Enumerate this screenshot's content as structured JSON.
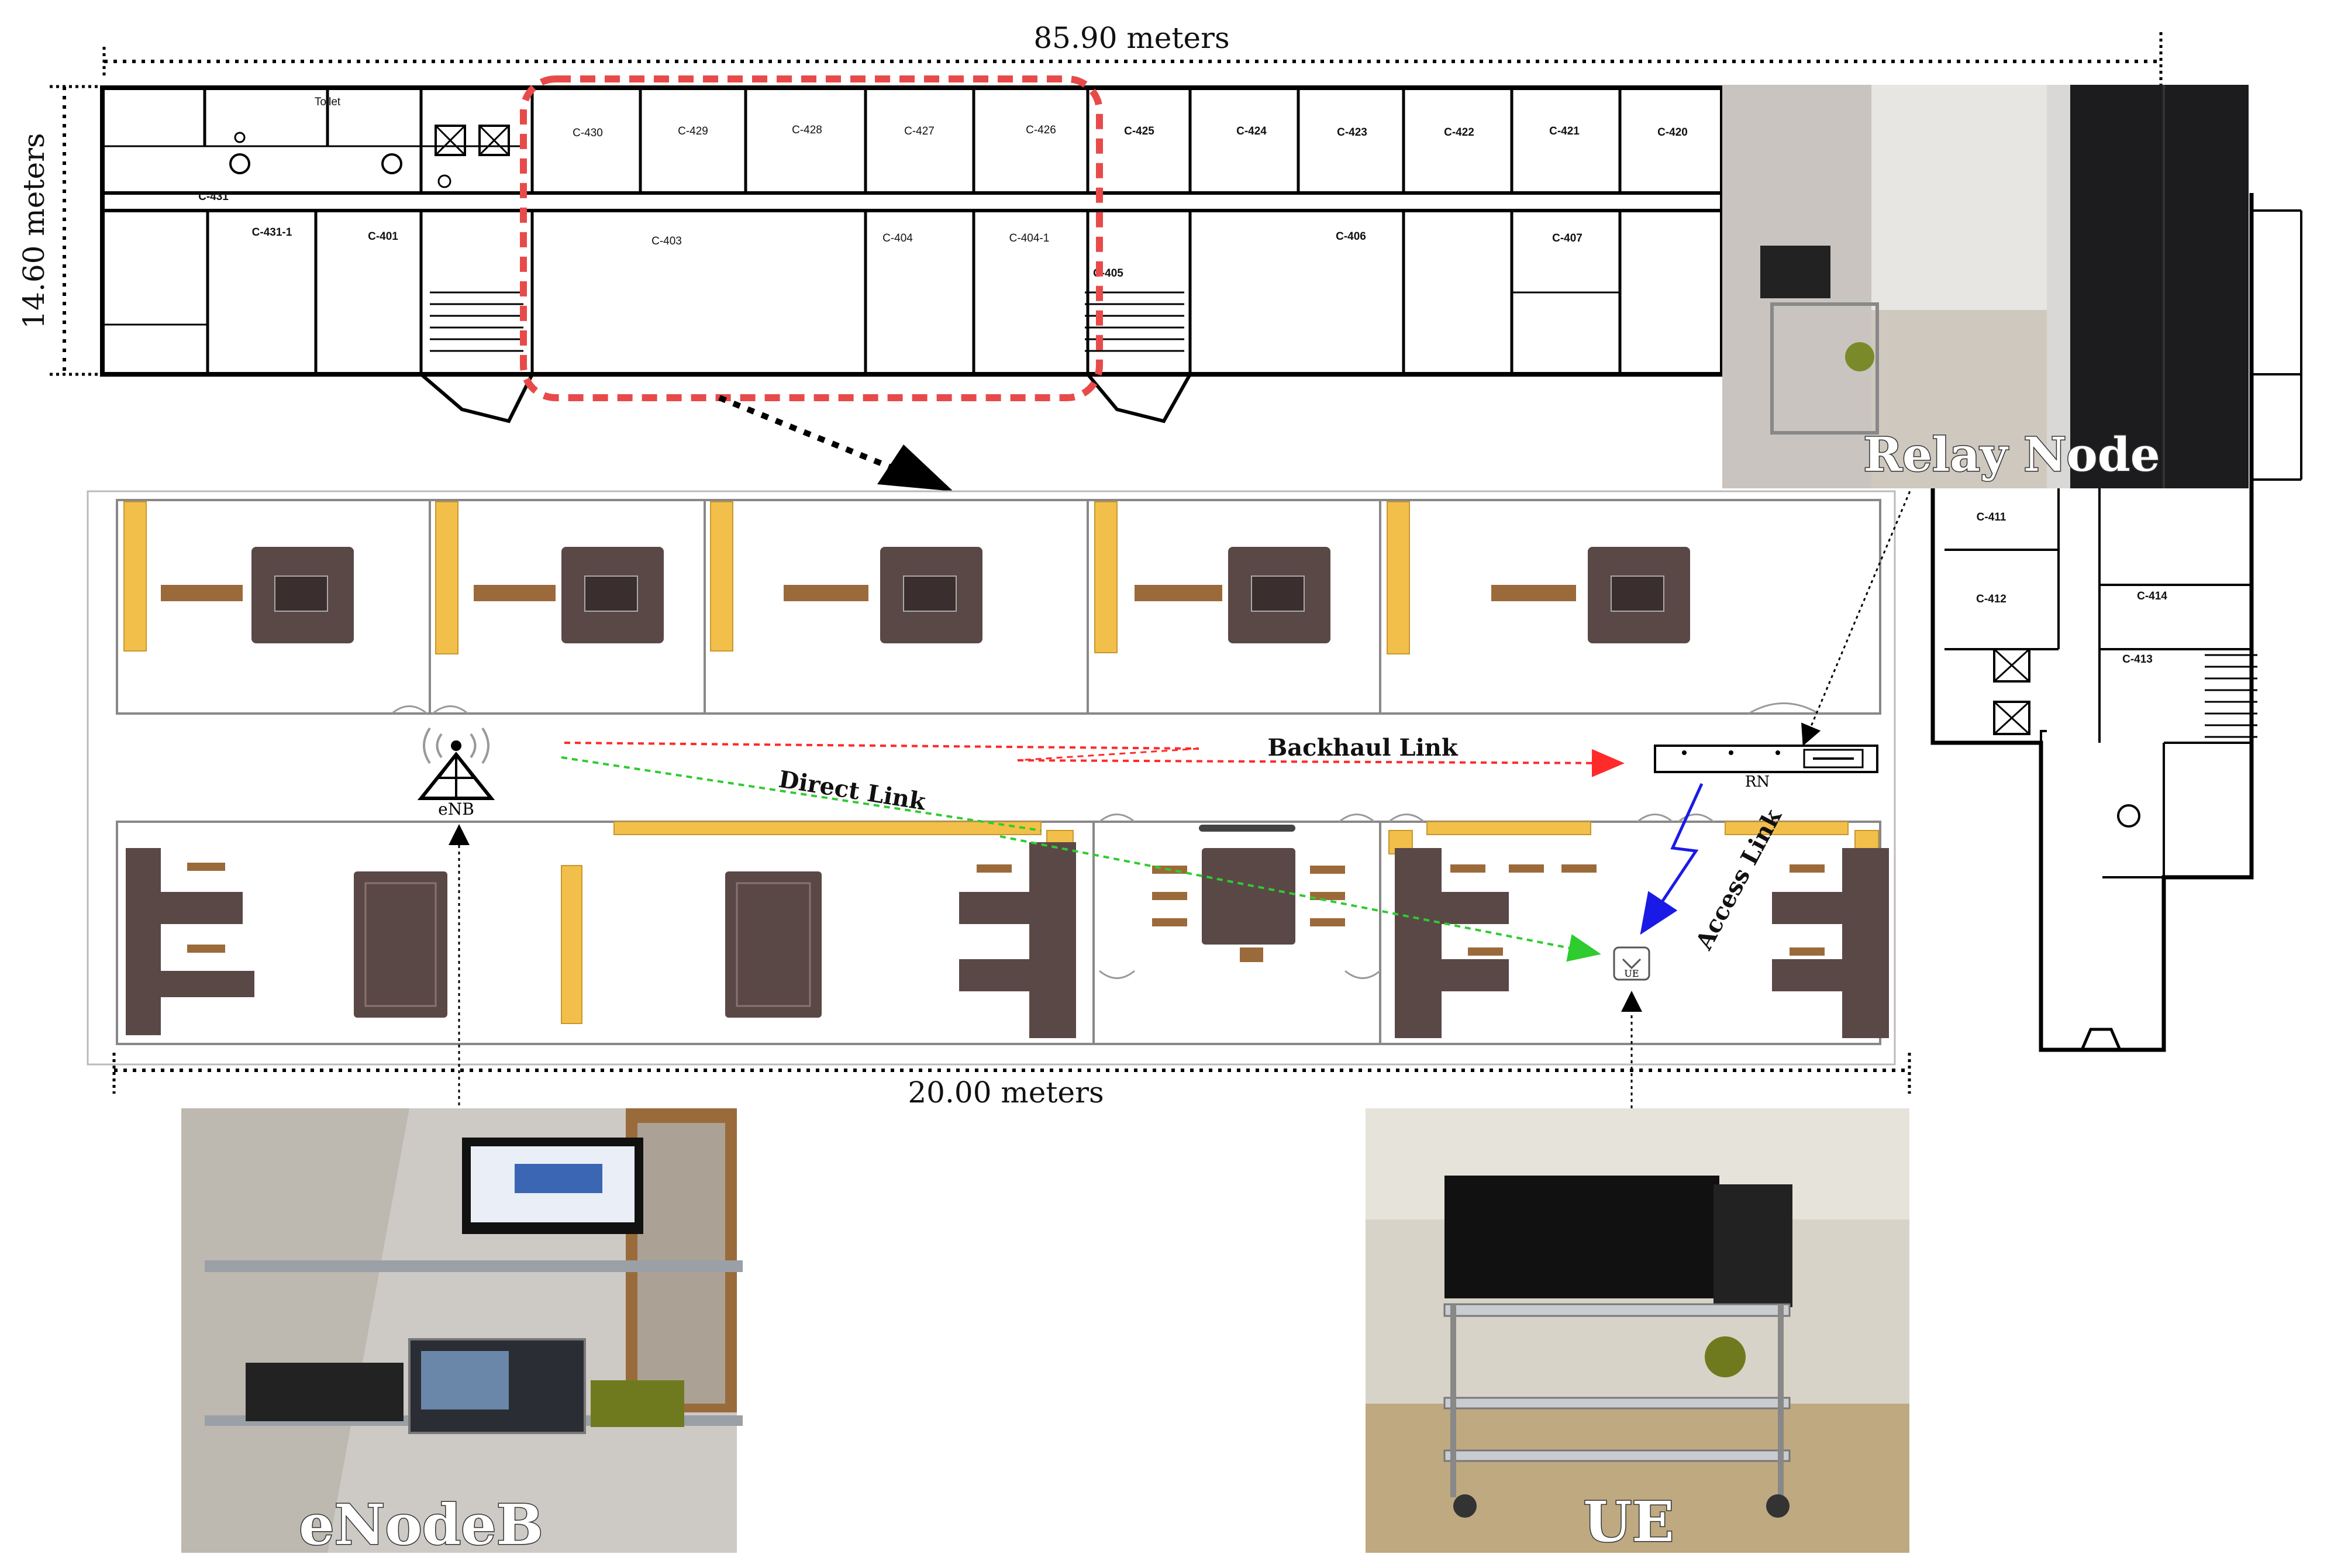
{
  "dimensions": {
    "top_length": "85.90 meters",
    "side_width": "14.60 meters",
    "detail_length": "20.00 meters"
  },
  "top_rooms": {
    "wc_label": "Toilet",
    "corridor_top": [
      "C-430",
      "C-429",
      "C-428",
      "C-427",
      "C-426",
      "C-425",
      "C-424",
      "C-423",
      "C-422",
      "C-421",
      "C-420"
    ],
    "left_block": [
      "C-431",
      "C-431-1",
      "C-401"
    ],
    "middle_bottom": [
      "C-403",
      "C-404",
      "C-404-1",
      "C-405",
      "C-406",
      "C-407"
    ]
  },
  "right_rooms": [
    "C-411",
    "C-412",
    "C-414",
    "C-413"
  ],
  "nodes": {
    "enb": "eNB",
    "rn": "RN",
    "ue": "UE"
  },
  "links": {
    "backhaul": "Backhaul Link",
    "direct": "Direct Link",
    "access": "Access Link"
  },
  "photos": {
    "relay": "Relay Node",
    "enodeb": "eNodeB",
    "ue": "UE"
  },
  "colors": {
    "highlight": "#e84a4a",
    "backhaul": "#ff2a2a",
    "direct": "#2ecc2e",
    "access": "#1a1ae6",
    "desk": "#5a4846",
    "wall_panel": "#f2c04a"
  }
}
